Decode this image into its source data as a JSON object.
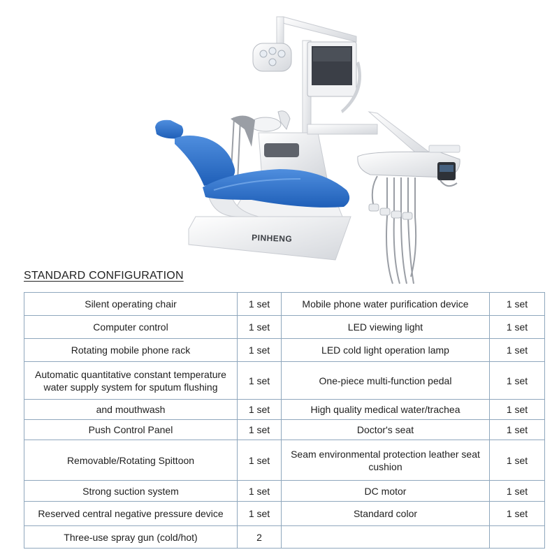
{
  "illustration": {
    "brand_text": "PINHENG",
    "colors": {
      "upholstery": "#1f5fb8",
      "upholstery_highlight": "#4f8ede",
      "frame": "#f3f4f6",
      "frame_shadow": "#c9ccd2",
      "hose": "#9a9ea5"
    }
  },
  "section_heading": "STANDARD CONFIGURATION",
  "table": {
    "border_color": "#8fa7bd",
    "rows": [
      {
        "item1": "Silent operating chair",
        "qty1": "1 set",
        "item2": "Mobile phone water purification device",
        "qty2": "1 set"
      },
      {
        "item1": "Computer control",
        "qty1": "1 set",
        "item2": "LED viewing light",
        "qty2": "1 set"
      },
      {
        "item1": "Rotating mobile phone rack",
        "qty1": "1 set",
        "item2": "LED cold light operation lamp",
        "qty2": "1 set"
      },
      {
        "item1": "Automatic quantitative constant temperature water supply system for sputum flushing",
        "qty1": "1 set",
        "item2": "One-piece multi-function pedal",
        "qty2": "1 set"
      },
      {
        "item1": "and mouthwash",
        "qty1": "1 set",
        "item2": "High quality medical water/trachea",
        "qty2": "1 set"
      },
      {
        "item1": "Push Control Panel",
        "qty1": "1 set",
        "item2": "Doctor's seat",
        "qty2": "1 set"
      },
      {
        "item1": "Removable/Rotating Spittoon",
        "qty1": "1 set",
        "item2": "Seam environmental protection leather seat cushion",
        "qty2": "1 set"
      },
      {
        "item1": "Strong suction system",
        "qty1": "1 set",
        "item2": "DC motor",
        "qty2": "1 set"
      },
      {
        "item1": "Reserved central negative pressure device",
        "qty1": "1 set",
        "item2": "Standard color",
        "qty2": "1 set"
      },
      {
        "item1": "Three-use spray gun (cold/hot)",
        "qty1": "2",
        "item2": "",
        "qty2": ""
      }
    ]
  }
}
